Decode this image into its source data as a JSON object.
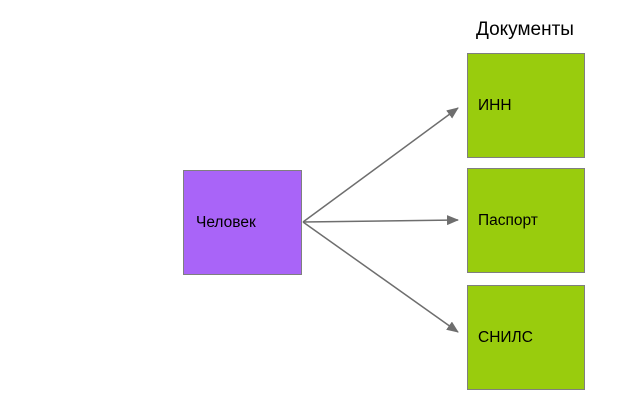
{
  "diagram": {
    "title": "Документы",
    "person": {
      "label": "Человек"
    },
    "documents": [
      {
        "label": "ИНН"
      },
      {
        "label": "Паспорт"
      },
      {
        "label": "СНИЛС"
      }
    ],
    "edges": [
      {
        "from": "Человек",
        "to": "ИНН"
      },
      {
        "from": "Человек",
        "to": "Паспорт"
      },
      {
        "from": "Человек",
        "to": "СНИЛС"
      }
    ],
    "colors": {
      "person_fill": "#a964f8",
      "document_fill": "#99cc0d",
      "node_border": "#7f7f7f",
      "arrow": "#6e6e6e",
      "text": "#000000",
      "background": "#ffffff"
    }
  }
}
